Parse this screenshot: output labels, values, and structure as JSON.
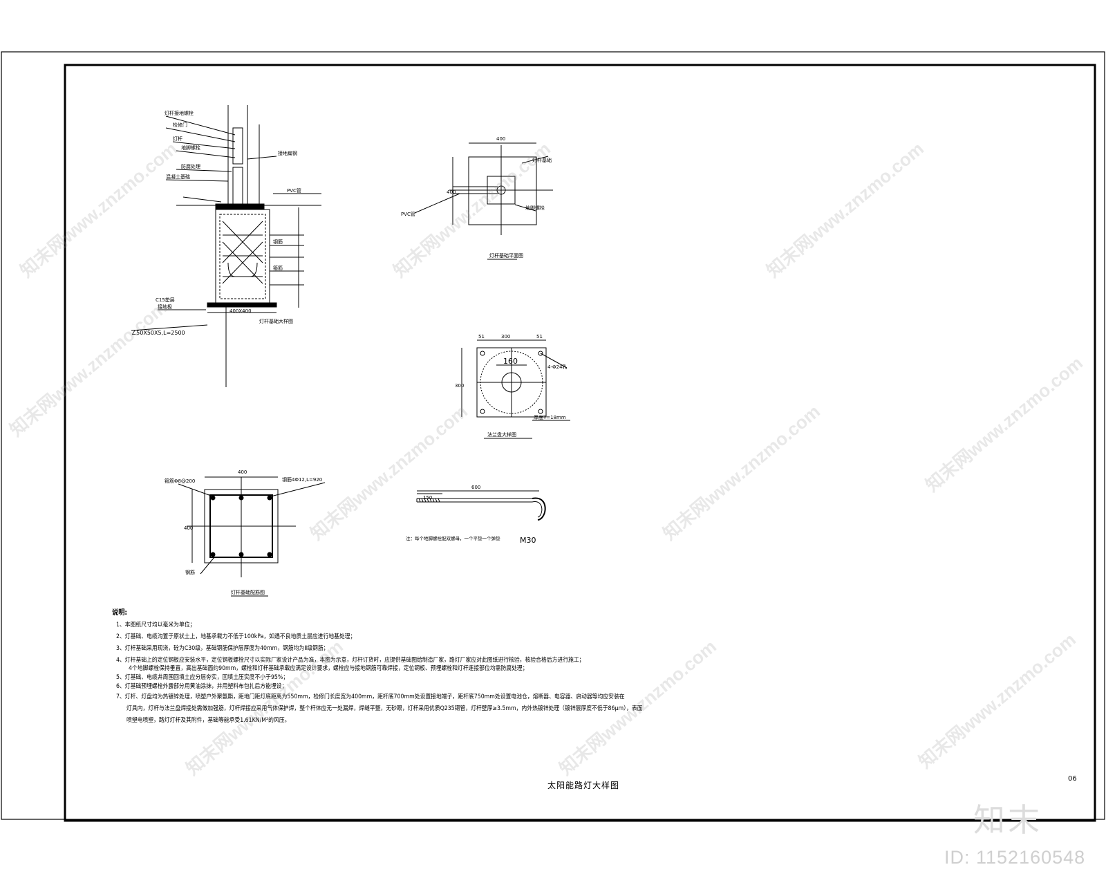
{
  "drawing": {
    "title": "太阳能路灯大样图",
    "page_number": "06",
    "section_elevation": {
      "callouts": [
        "灯杆接地螺栓",
        "检修门",
        "灯杆",
        "地脚螺栓",
        "防腐处理",
        "混凝土基础",
        "接地扁钢",
        "PVC管",
        "钢筋",
        "箍筋"
      ],
      "ground_label": "接地极",
      "ground_spec": "∠50X50X5,L=2500",
      "base_label": "C15垫层",
      "base_dims": "400X400",
      "caption": "灯杆基础大样图"
    },
    "plan_top": {
      "dim_top": "400",
      "dim_left": "400",
      "callout_right": "灯杆基础",
      "callout_left": "PVC管",
      "callout_bottom": "地脚螺栓",
      "caption": "灯杆基础平面图"
    },
    "flange": {
      "dim_top_left": "51",
      "dim_top_mid": "300",
      "dim_top_right": "51",
      "circle_dim": "160",
      "hole_label": "4-Φ24孔",
      "dim_left": "300",
      "thickness_note": "厚度T=18mm",
      "caption": "法兰盘大样图"
    },
    "plan_rebar": {
      "dim_top": "400",
      "dim_left": "400",
      "callout_left": "箍筋Φ8@200",
      "callout_right": "钢筋4Φ12,L=920",
      "callout_bottom": "钢筋",
      "caption": "灯杆基础配筋图"
    },
    "anchor_bolt": {
      "dim_total": "600",
      "dim_thread": "150",
      "note": "注：每个地脚螺栓配双螺母，一个平垫一个弹垫",
      "hook_label": "M30"
    },
    "notes": {
      "heading": "说明:",
      "items": [
        "1、本图纸尺寸均以毫米为单位；",
        "2、灯基础、电缆沟置于原状土上，地基承载力不低于100kPa，如遇不良地质土层应进行地基处理；",
        "3、灯杆基础采用现浇，砼为C30级，基础钢筋保护层厚度为40mm，钢筋均为Ⅱ级钢筋；",
        "4、灯杆基础上的定位钢板应安装水平，定位钢板螺栓尺寸以实际厂家设计产品为准，本图为示意，灯杆订货时，应提供基础图给制造厂家，路灯厂家应对此图纸进行核验，核验合格后方进行施工；",
        "4个地脚螺栓保持垂直，高出基础面约90mm，螺栓和灯杆基础承载应满足设计要求，螺栓应与接地钢筋可靠焊接，定位钢板、预埋螺栓和灯杆连接部位均需防腐处理；",
        "5、灯基础、电缆井周围回填土应分层夯实，回填土压实度不小于95%；",
        "6、灯基础预埋螺栓外露部分用黄油涂抹，并用塑料布包扎后方能埋设；",
        "7、灯杆、灯盘均为热镀锌处理，喷塑户外聚氨酯，距地门距灯底距离为550mm，检修门长度宽为400mm，距杆底700mm处设置接地端子，距杆底750mm处设置电池仓，熔断器、电容器、启动器等均应安装在",
        "灯具内，灯杆与法兰盘焊接处需做加强筋，灯杆焊接应采用气体保护焊，整个杆体应无一处漏焊，焊缝平整，无砂眼，灯杆采用优质Q235钢管，灯杆壁厚≥3.5mm，内外热镀锌处理（镀锌层厚度不低于86μm），表面",
        "喷塑电喷塑，路灯灯杆及其附件，基础等能承受1.61KN/M²的风压。"
      ]
    },
    "watermarks": {
      "site": "知末网www.znzmo.com",
      "logo": "知末",
      "id": "ID: 1152160548"
    }
  }
}
